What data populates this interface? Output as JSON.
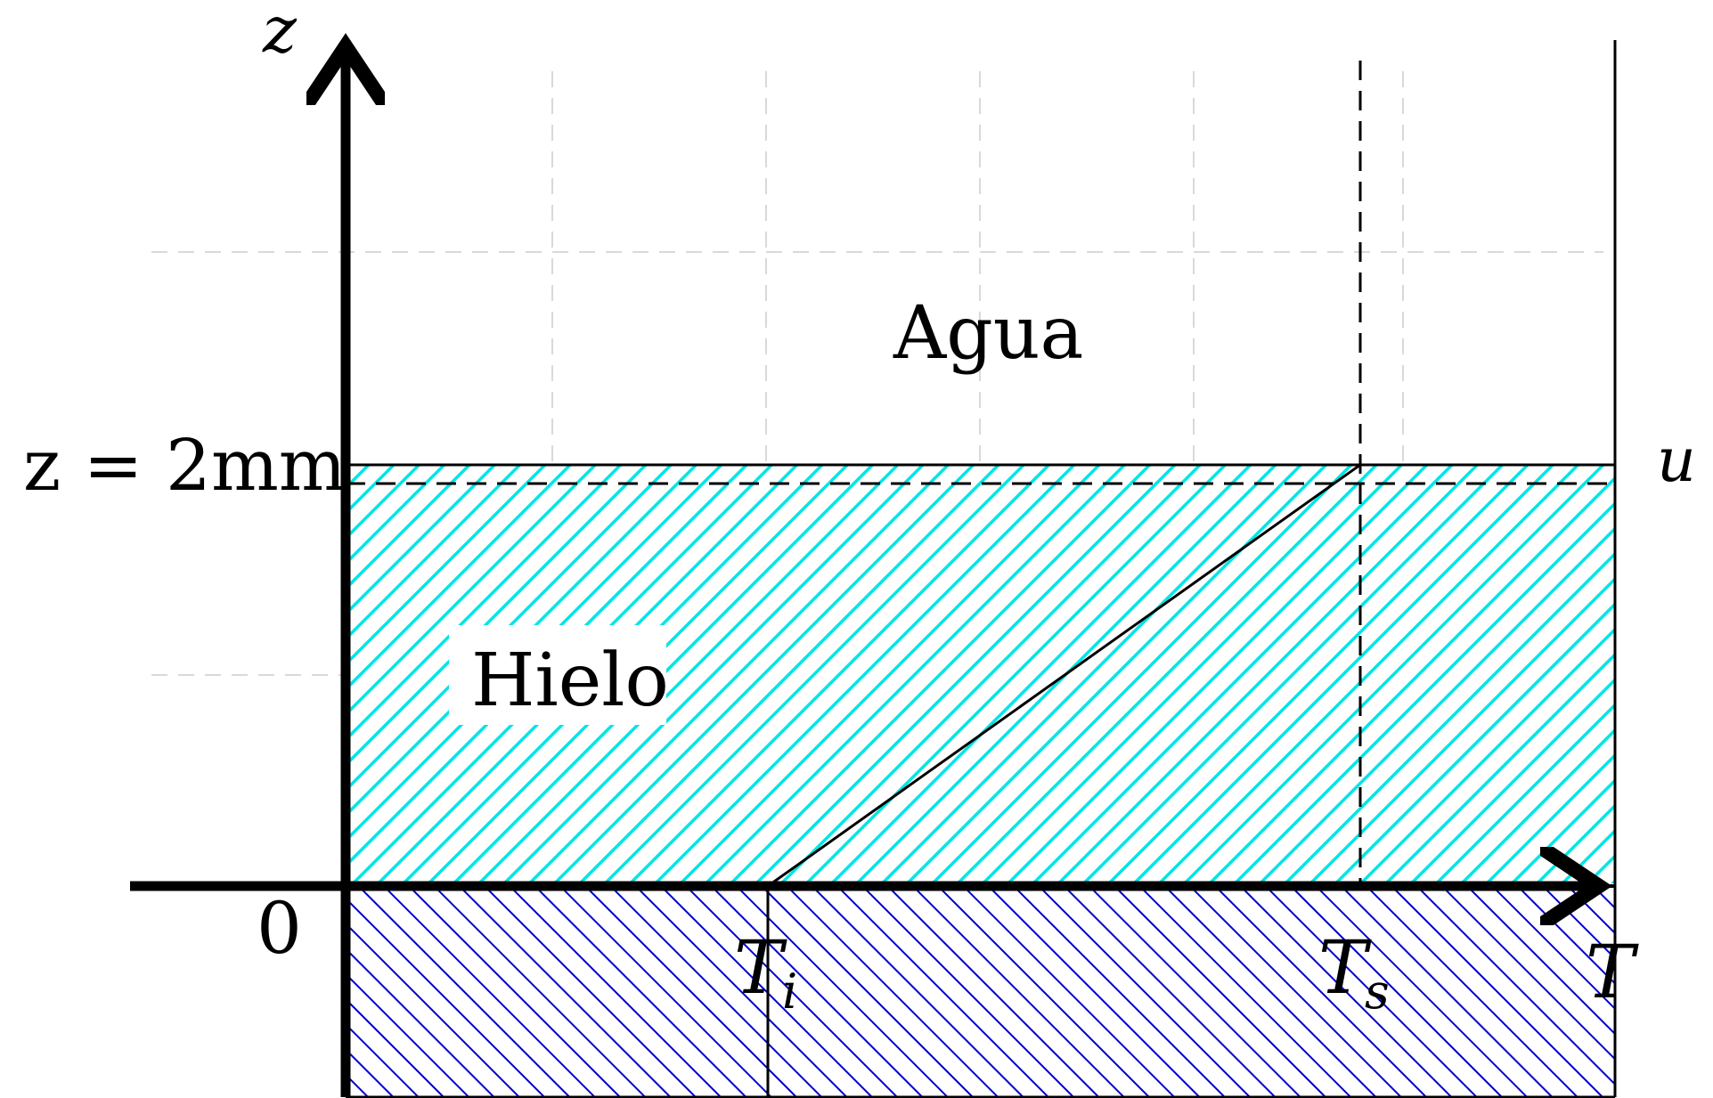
{
  "labels": {
    "axis_z": "z",
    "axis_t": "T",
    "u": "u",
    "z_level": "z = 2mm",
    "zero": "0",
    "water": "Agua",
    "ice": "Hielo",
    "ti": "T",
    "ti_sub": "i",
    "ts": "T",
    "ts_sub": "s"
  },
  "colors": {
    "ice_hatch": "#00e5e5",
    "substrate_hatch": "#0000cc",
    "axis": "#000000",
    "grid": "#d9d9d9"
  }
}
